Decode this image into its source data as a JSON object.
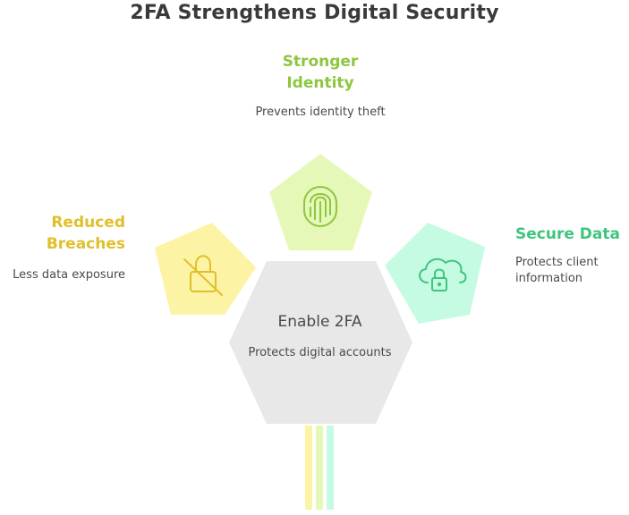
{
  "title": "2FA Strengthens Digital Security",
  "center": {
    "title": "Enable 2FA",
    "description": "Protects digital accounts"
  },
  "branches": {
    "top": {
      "heading": "Stronger Identity",
      "description": "Prevents identity theft",
      "icon": "fingerprint-icon",
      "color": "#8dc63f"
    },
    "left": {
      "heading": "Reduced Breaches",
      "description": "Less data exposure",
      "icon": "lock-off-icon",
      "color": "#e0c02a"
    },
    "right": {
      "heading": "Secure Data",
      "description": "Protects client information",
      "icon": "cloud-lock-icon",
      "color": "#3fc57d"
    }
  },
  "colors": {
    "center_fill": "#e8e8e8",
    "top_fill": "#e6f8b8",
    "left_fill": "#fdf3a4",
    "right_fill": "#c6fbe3"
  }
}
